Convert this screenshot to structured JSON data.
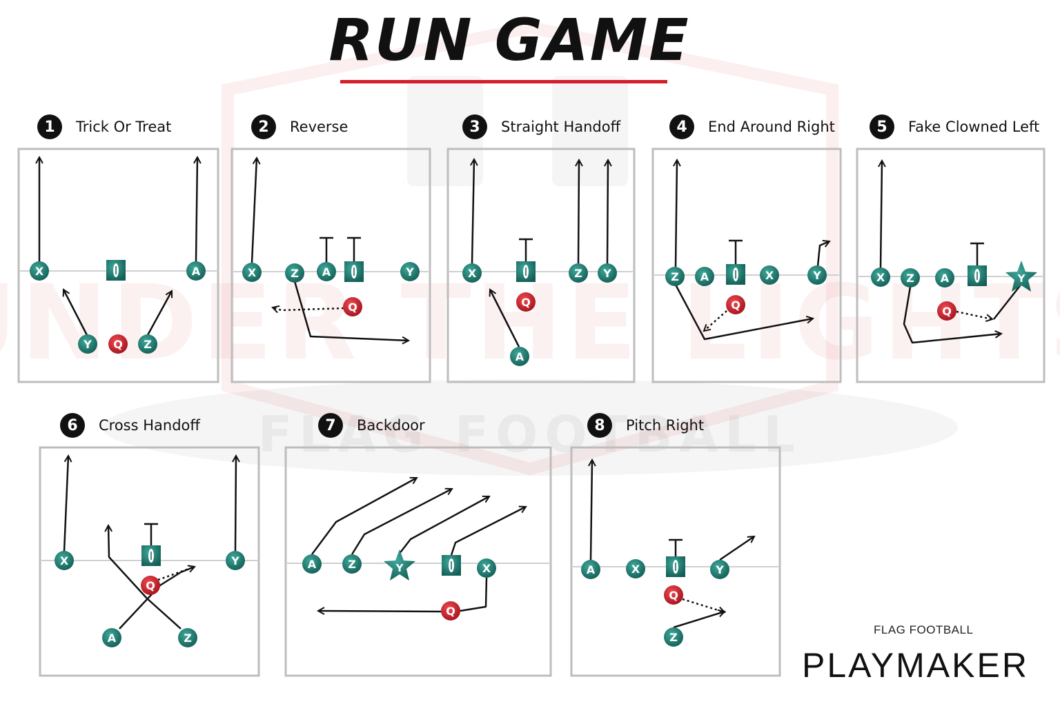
{
  "page": {
    "title": "RUN GAME",
    "brand": {
      "top": "FLAG FOOTBALL",
      "name": "PLAYMAKER"
    },
    "watermark": {
      "line1": "UNDER THE LIGHTS",
      "line2": "FLAG FOOTBALL"
    }
  },
  "colors": {
    "player": "#1e7a70",
    "qb": "#c81e28",
    "accent": "#d21f2b",
    "route": "#111111",
    "field_border": "#bdbdbd"
  },
  "plays": [
    {
      "number": "1",
      "name": "Trick Or Treat"
    },
    {
      "number": "2",
      "name": "Reverse"
    },
    {
      "number": "3",
      "name": "Straight Handoff"
    },
    {
      "number": "4",
      "name": "End Around Right"
    },
    {
      "number": "5",
      "name": "Fake Clowned Left"
    },
    {
      "number": "6",
      "name": "Cross Handoff"
    },
    {
      "number": "7",
      "name": "Backdoor"
    },
    {
      "number": "8",
      "name": "Pitch Right"
    }
  ],
  "players": {
    "x": "X",
    "y": "Y",
    "z": "Z",
    "a": "A",
    "q": "Q"
  }
}
